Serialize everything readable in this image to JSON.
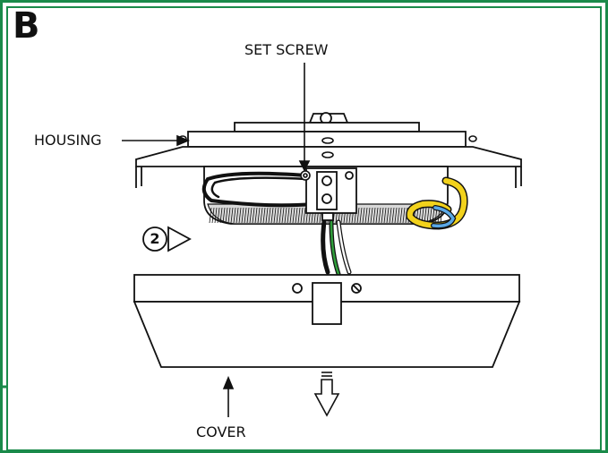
{
  "panel": {
    "letter": "B"
  },
  "labels": {
    "set_screw": "SET SCREW",
    "housing": "HOUSING",
    "cover": "COVER"
  },
  "step": {
    "number": "2"
  },
  "colors": {
    "frame": "#1a8a4a",
    "line": "#111111",
    "wire_yellow": "#f2d21c",
    "wire_blue": "#5aa8e6",
    "wire_green": "#2f9e3a"
  }
}
